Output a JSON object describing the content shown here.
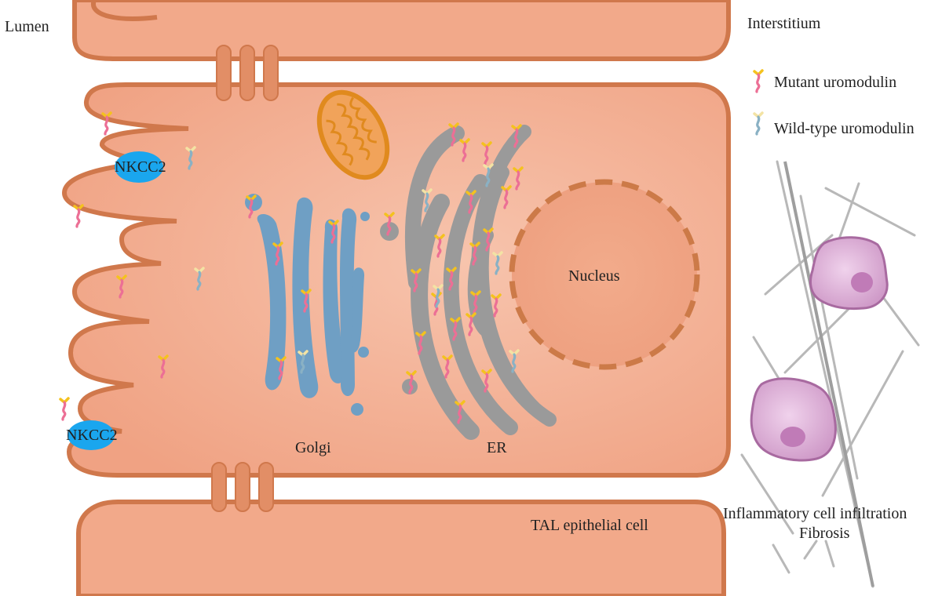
{
  "labels": {
    "lumen": "Lumen",
    "interstitium": "Interstitium",
    "nkcc2_top": "NKCC2",
    "nkcc2_bottom": "NKCC2",
    "golgi": "Golgi",
    "er": "ER",
    "nucleus": "Nucleus",
    "tal_cell": "TAL epithelial cell",
    "inflammation": "Inflammatory cell infiltration",
    "fibrosis": "Fibrosis"
  },
  "legend": {
    "mutant": "Mutant uromodulin",
    "wildtype": "Wild-type uromodulin"
  },
  "colors": {
    "cell_fill": "#f2a98a",
    "cell_border": "#d0784c",
    "golgi": "#6f9fc4",
    "er": "#9a9a9a",
    "nucleus_border": "#cc7a48",
    "mitochondrion": "#e08a1e",
    "nkcc2": "#1aa6ee",
    "mutant_head": "#f4c21e",
    "mutant_tail": "#ec6f95",
    "wildtype_head": "#f3e3a4",
    "wildtype_tail": "#8ab1c4",
    "immune_cell": "#dcaed6",
    "fiber": "#b8b8b8"
  }
}
